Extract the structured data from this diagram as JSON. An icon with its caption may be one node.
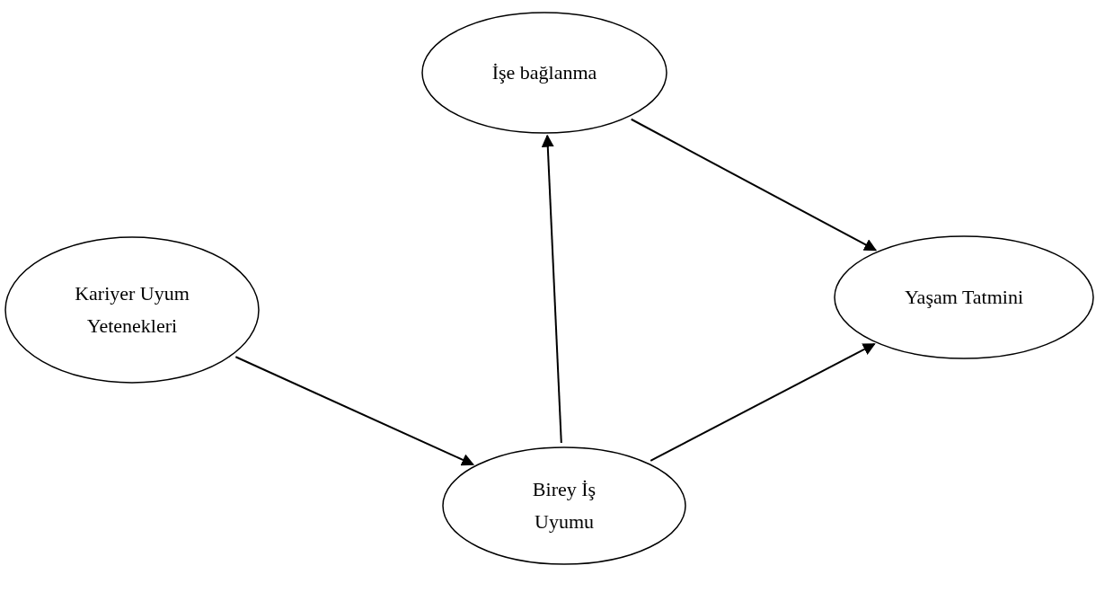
{
  "diagram": {
    "nodes": [
      {
        "text": [
          "İşe bağlanma"
        ]
      },
      {
        "text": [
          "Kariyer Uyum Yetenekleri"
        ]
      },
      {
        "text": [
          "Yaşam Tatmini"
        ]
      },
      {
        "text": [
          "Birey İş Uyumu"
        ]
      }
    ],
    "edges": [
      {
        "from": 1,
        "to": 3,
        "arrow": "to"
      },
      {
        "from": 3,
        "to": 0,
        "arrow": "to"
      },
      {
        "from": 0,
        "to": 2,
        "arrow": "to"
      },
      {
        "from": 3,
        "to": 2,
        "arrow": "to"
      }
    ]
  }
}
